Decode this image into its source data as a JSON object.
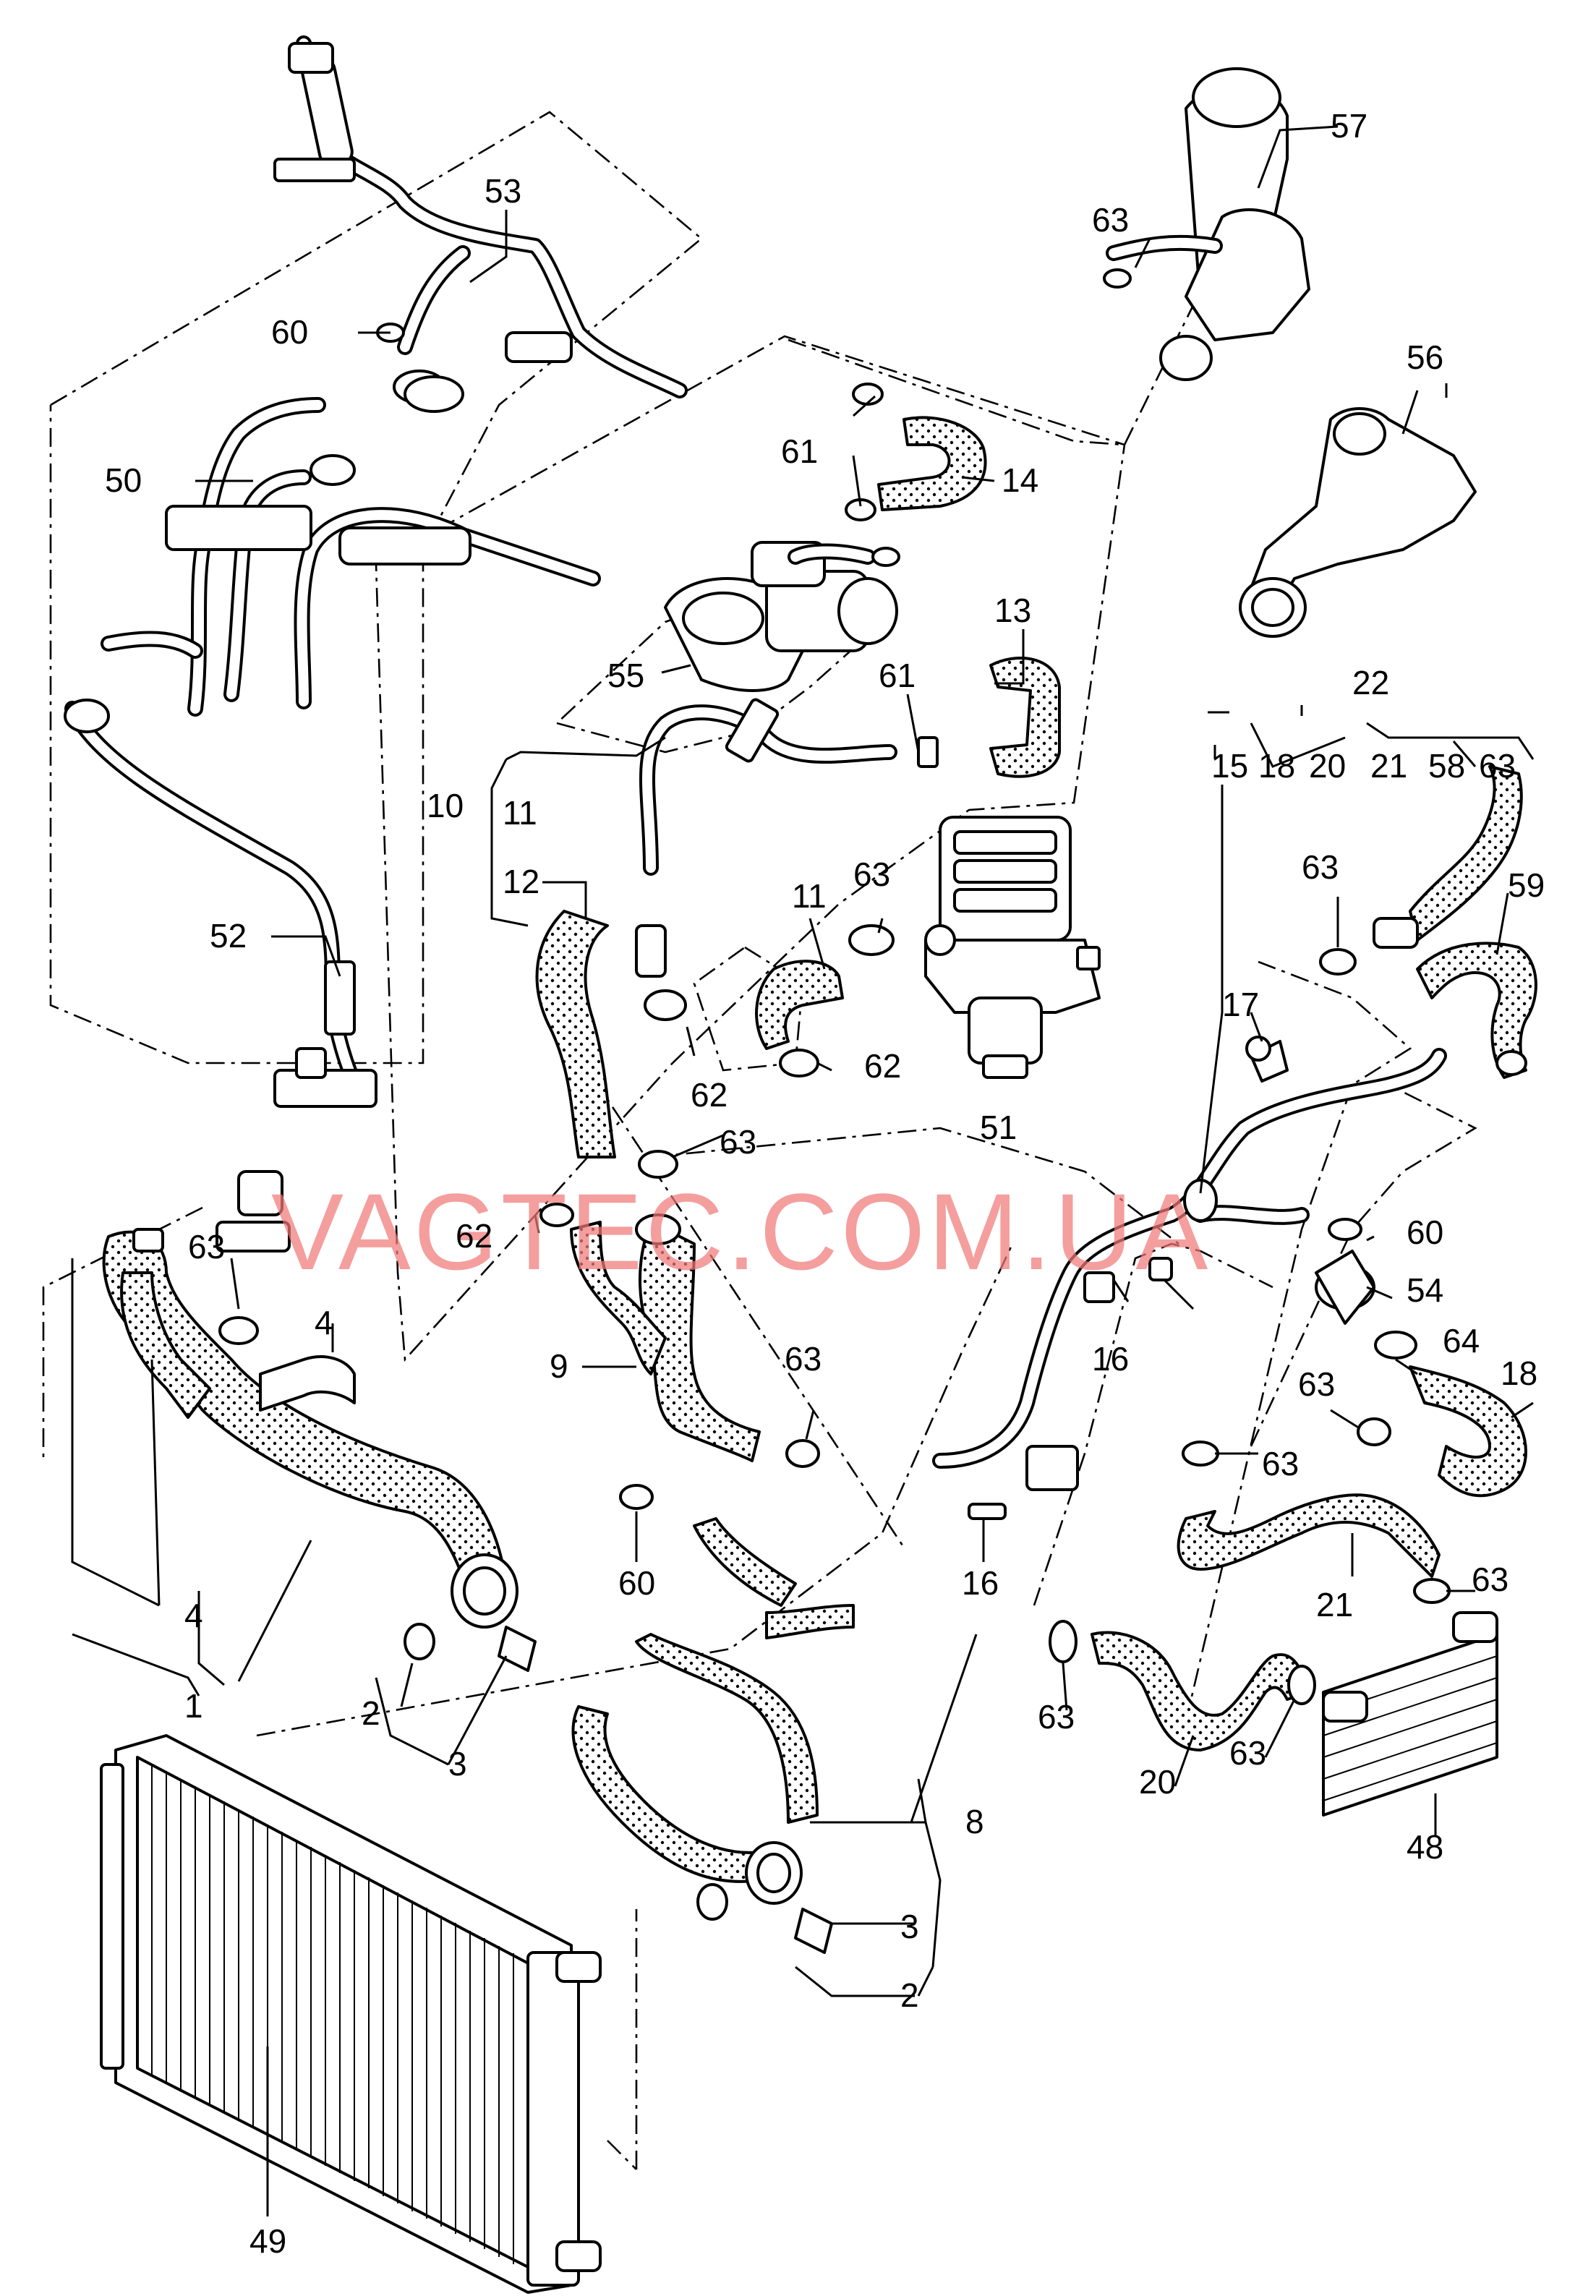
{
  "watermark": "VAGTEC.COM.UA",
  "labels": {
    "l1": "1",
    "l2a": "2",
    "l2b": "2",
    "l3a": "3",
    "l3b": "3",
    "l4a": "4",
    "l4b": "4",
    "l8": "8",
    "l9": "9",
    "l10": "10",
    "l11a": "11",
    "l11b": "11",
    "l12": "12",
    "l13": "13",
    "l14": "14",
    "l15": "15",
    "l16a": "16",
    "l16b": "16",
    "l17": "17",
    "l18a": "18",
    "l18b": "18",
    "l20a": "20",
    "l20b": "20",
    "l21a": "21",
    "l21b": "21",
    "l22": "22",
    "l48": "48",
    "l49": "49",
    "l50": "50",
    "l51": "51",
    "l52": "52",
    "l53": "53",
    "l54": "54",
    "l55": "55",
    "l56": "56",
    "l57": "57",
    "l58": "58",
    "l59": "59",
    "l60a": "60",
    "l60b": "60",
    "l60c": "60",
    "l61a": "61",
    "l61b": "61",
    "l62a": "62",
    "l62b": "62",
    "l62c": "62",
    "l63a": "63",
    "l63b": "63",
    "l63c": "63",
    "l63d": "63",
    "l63e": "63",
    "l63f": "63",
    "l63g": "63",
    "l63h": "63",
    "l63i": "63",
    "l63j": "63",
    "l63k": "63",
    "l63l": "63",
    "l64": "64"
  }
}
